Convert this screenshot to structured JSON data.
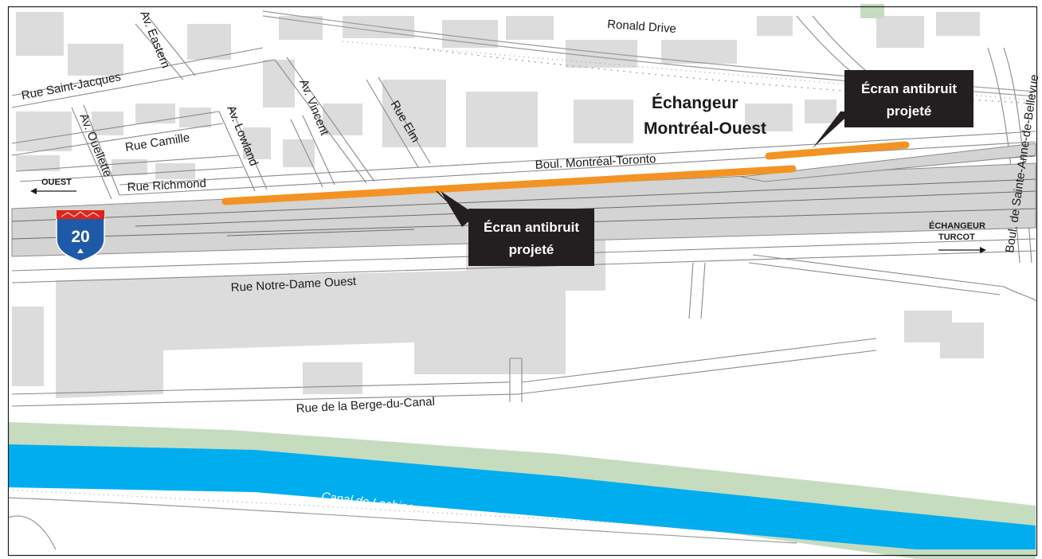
{
  "map": {
    "streets": {
      "ronald": "Ronald Drive",
      "eastern": "Av. Eastern",
      "saint_jacques": "Rue Saint-Jacques",
      "ouellette": "Av. Ouellette",
      "camille": "Rue Camille",
      "richmond": "Rue Richmond",
      "lowland": "Av. Lowland",
      "vincent": "Av. Vincent",
      "elm": "Rue Elm",
      "montreal_toronto": "Boul. Montréal-Toronto",
      "sainte_anne": "Boul. de Sainte-Anne-de-Bellevue",
      "notre_dame": "Rue Notre-Dame Ouest",
      "berge": "Rue de la Berge-du-Canal"
    },
    "water": {
      "canal": "Canal de Lachine"
    },
    "interchange": {
      "line1": "Échangeur",
      "line2": "Montréal-Ouest"
    },
    "callouts": [
      {
        "line1": "Écran antibruit",
        "line2": "projeté"
      },
      {
        "line1": "Écran antibruit",
        "line2": "projeté"
      }
    ],
    "directions": {
      "west": "OUEST",
      "turcot_line1": "ÉCHANGEUR",
      "turcot_line2": "TURCOT"
    },
    "shield": {
      "route_number": "20"
    },
    "colors": {
      "noise_barrier": "#f39323",
      "highway": "#d4d4d4",
      "water": "#00aeef",
      "parkland": "#c6dcbf",
      "buildings": "#dcdcdc",
      "callout_box": "#231f20",
      "shield_blue": "#1e5aa8",
      "shield_red": "#e2231a"
    }
  }
}
